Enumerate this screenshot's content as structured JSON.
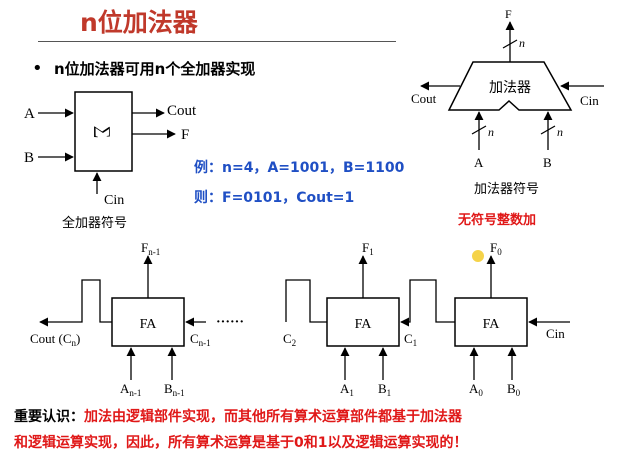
{
  "slide": {
    "title": "n位加法器",
    "bullet": "n位加法器可用n个全加器实现"
  },
  "full_adder": {
    "symbol": "∑",
    "in_a": "A",
    "in_b": "B",
    "cin": "Cin",
    "cout": "Cout",
    "f": "F",
    "caption": "全加器符号"
  },
  "adder": {
    "label": "加法器",
    "f": "F",
    "width_mark": "n",
    "cout": "Cout",
    "cin": "Cin",
    "in_a": "A",
    "in_b": "B",
    "caption": "加法器符号"
  },
  "example": {
    "line1": "例：n=4，A=1001，B=1100",
    "line2": "则：F=0101，Cout=1"
  },
  "unsigned_label": "无符号整数加",
  "chain": {
    "cell_label": "FA",
    "cells": [
      {
        "f": "F",
        "f_sub": "n-1",
        "a": "A",
        "a_sub": "n-1",
        "b": "B",
        "b_sub": "n-1",
        "cin": "C",
        "cin_sub": "n-1"
      },
      {
        "f": "F",
        "f_sub": "1",
        "a": "A",
        "a_sub": "1",
        "b": "B",
        "b_sub": "1",
        "cin": "C",
        "cin_sub": "1",
        "cout": "C",
        "cout_sub": "2"
      },
      {
        "f": "F",
        "f_sub": "0",
        "a": "A",
        "a_sub": "0",
        "b": "B",
        "b_sub": "0"
      }
    ],
    "cout_main": "Cout (C",
    "cout_main_sub": "n",
    "cout_main_close": ")",
    "cin_main": "Cin",
    "ellipsis": "······"
  },
  "note": {
    "label": "重要认识：",
    "line1": "加法由逻辑部件实现，而其他所有算术运算部件都基于加法器",
    "line2": "和逻辑运算实现，因此，所有算术运算是基于0和1以及逻辑运算实现的！"
  },
  "colors": {
    "title": "#c0392b",
    "example": "#1f4fc4",
    "emphasis": "#e01818"
  }
}
